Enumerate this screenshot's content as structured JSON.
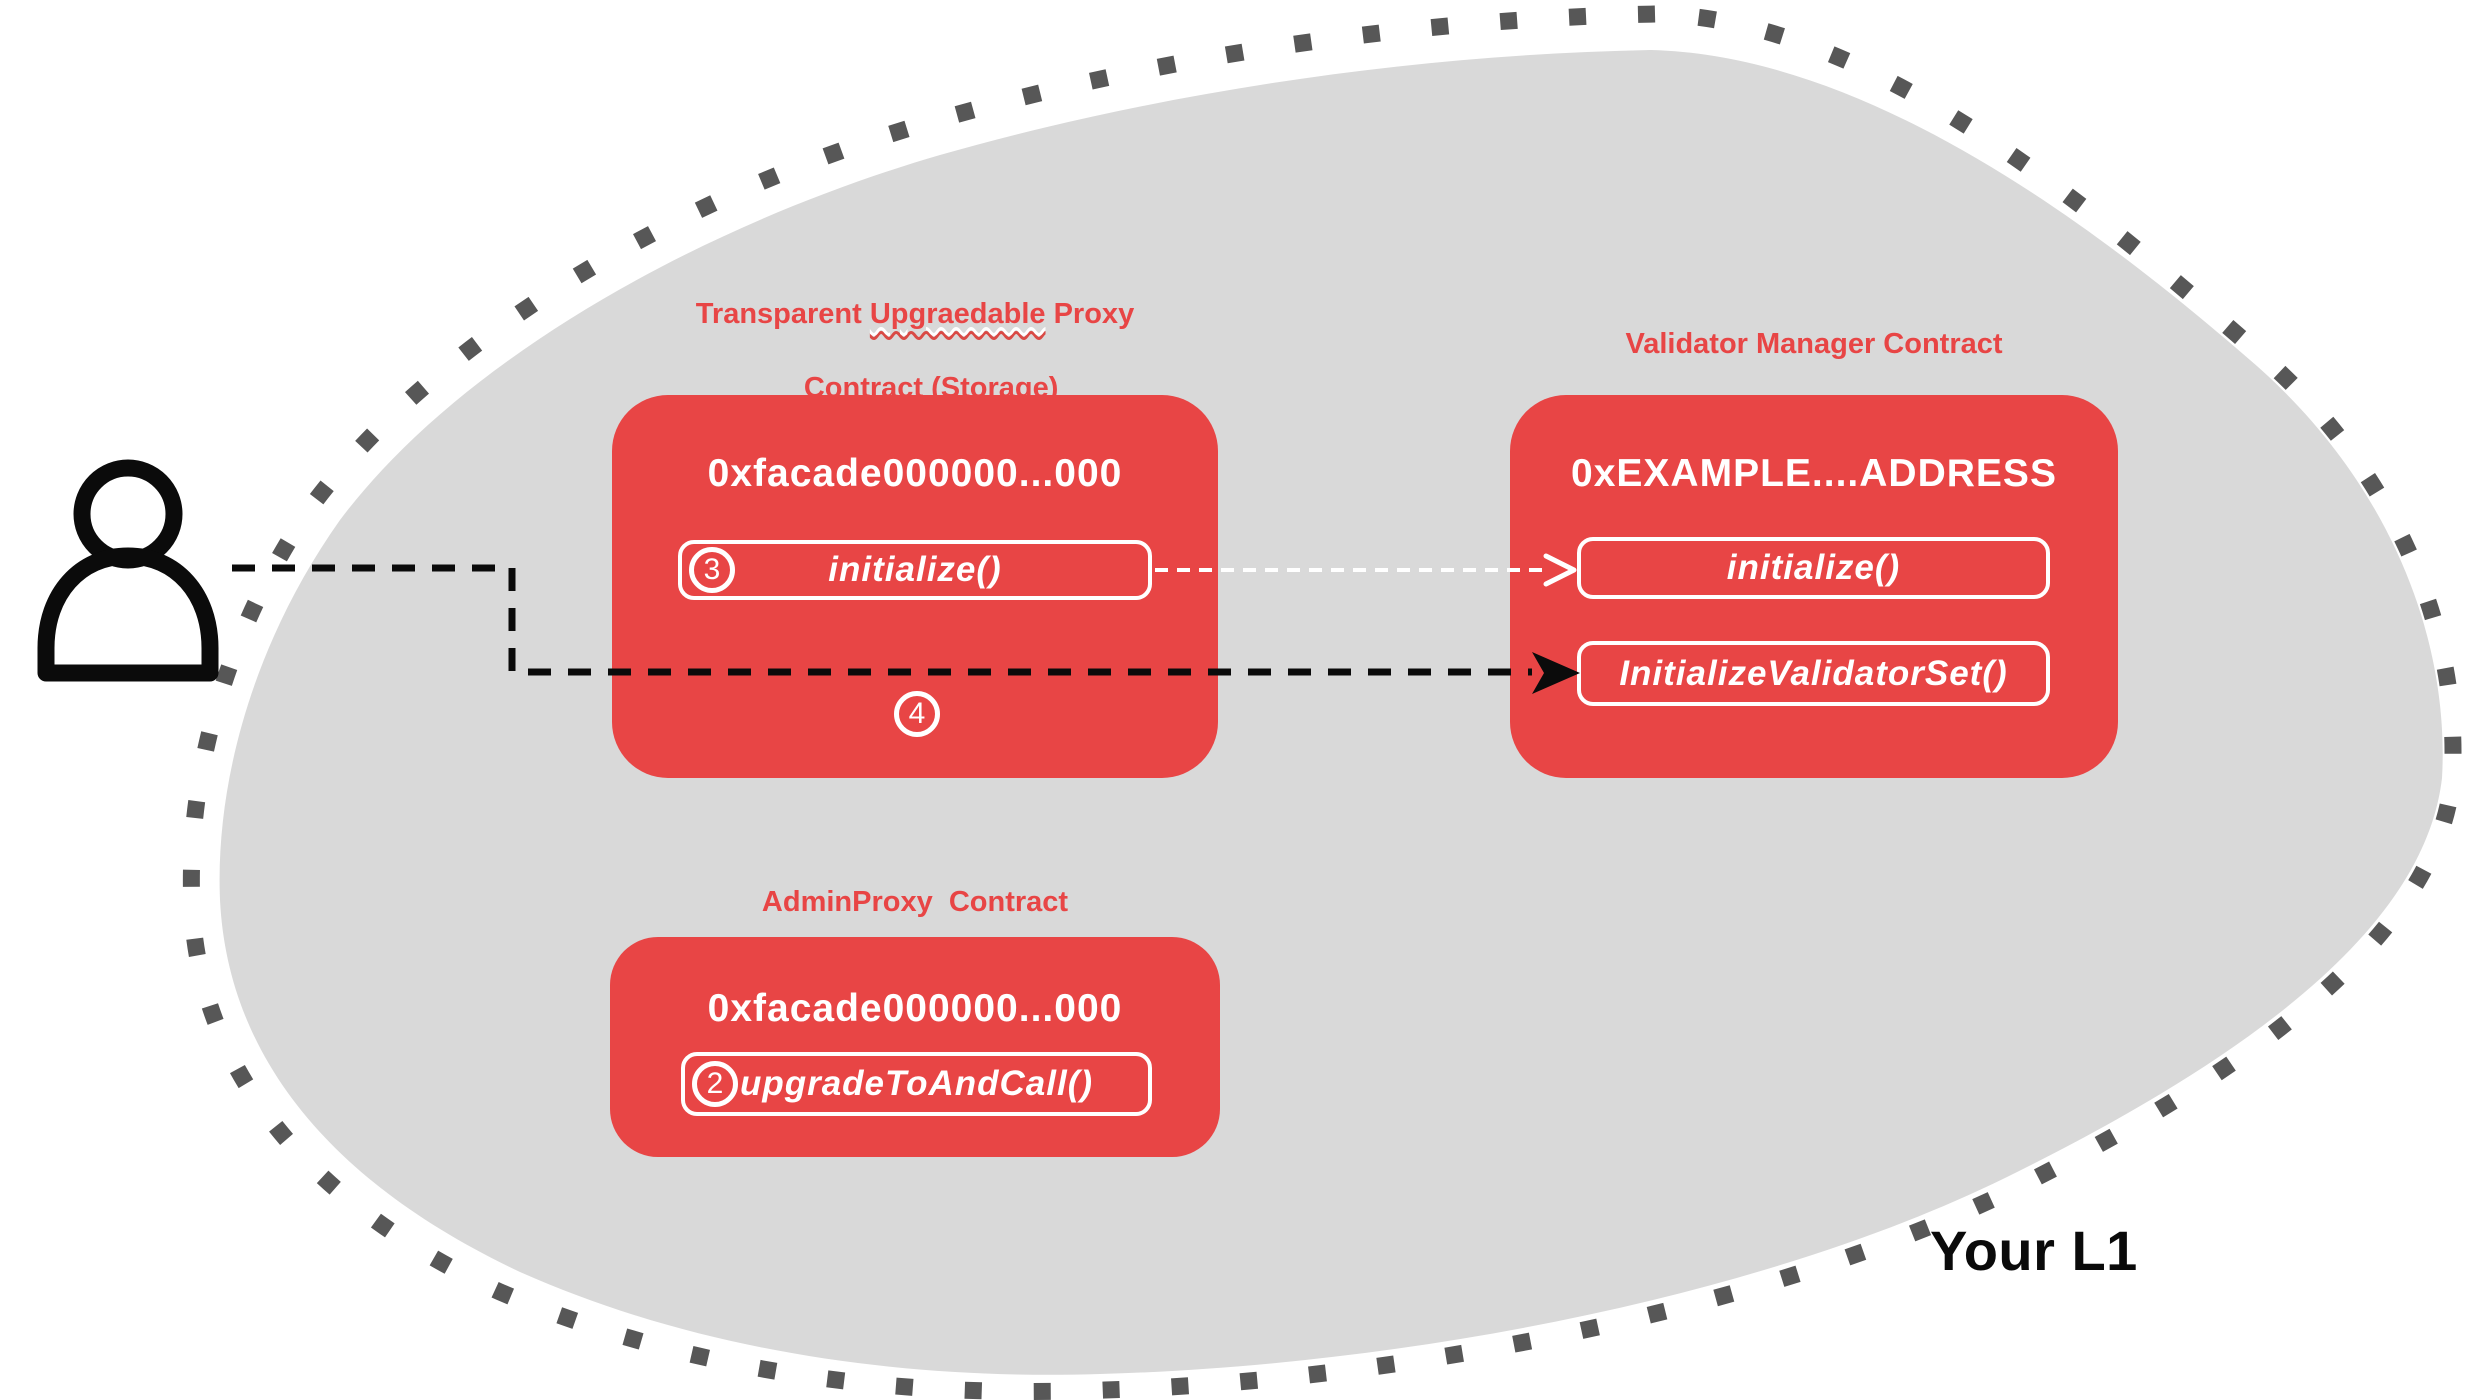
{
  "colors": {
    "accent_red": "#e84545",
    "blob_fill": "#d9d9d9",
    "dot_color": "#575757",
    "line_black": "#0b0b0b",
    "line_white": "#ffffff"
  },
  "actor": {
    "icon": "person-icon"
  },
  "proxy_contract": {
    "title_pre": "Transparent",
    "title_misspelled_word": "Upgraedable",
    "title_post": "Proxy",
    "title_line2": "Contract (Storage)",
    "address": "0xfacade000000...000",
    "fn_step": "3",
    "fn": "initialize()",
    "step_below": "4"
  },
  "validator_contract": {
    "title": "Validator Manager Contract",
    "address": "0xEXAMPLE....ADDRESS",
    "fn_initialize": "initialize()",
    "fn_initialize_validator_set": "InitializeValidatorSet()"
  },
  "admin_contract": {
    "title": "AdminProxy  Contract",
    "address": "0xfacade000000...000",
    "fn_step": "2",
    "fn": "upgradeToAndCall()"
  },
  "region": {
    "label": "Your L1"
  }
}
